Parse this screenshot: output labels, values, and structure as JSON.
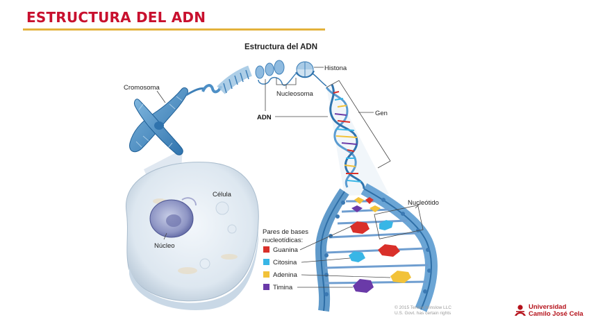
{
  "slide": {
    "title": "ESTRUCTURA DEL ADN"
  },
  "figure": {
    "title": "Estructura del ADN",
    "labels": {
      "histona": "Histona",
      "nucleosoma": "Nucleosoma",
      "cromosoma": "Cromosoma",
      "adn": "ADN",
      "gen": "Gen",
      "celula": "Célula",
      "nucleo": "Núcleo",
      "nucleotido": "Nucleótido"
    },
    "legend": {
      "heading_line1": "Pares de bases",
      "heading_line2": "nucleotídicas:",
      "items": [
        {
          "label": "Guanina",
          "color": "#d9302a"
        },
        {
          "label": "Citosina",
          "color": "#38b6e6"
        },
        {
          "label": "Adenina",
          "color": "#f2c239"
        },
        {
          "label": "Timina",
          "color": "#6a3aa8"
        }
      ]
    },
    "credit_line1": "© 2015 Terese Winslow LLC",
    "credit_line2": "U.S. Govt. has certain rights"
  },
  "logo": {
    "line1": "Universidad",
    "line2": "Camilo José Cela",
    "color": "#b5121b"
  },
  "colors": {
    "title_red": "#c8102e",
    "rule_gold": "#e3b23c",
    "helix_blue": "#4f8fc4"
  }
}
